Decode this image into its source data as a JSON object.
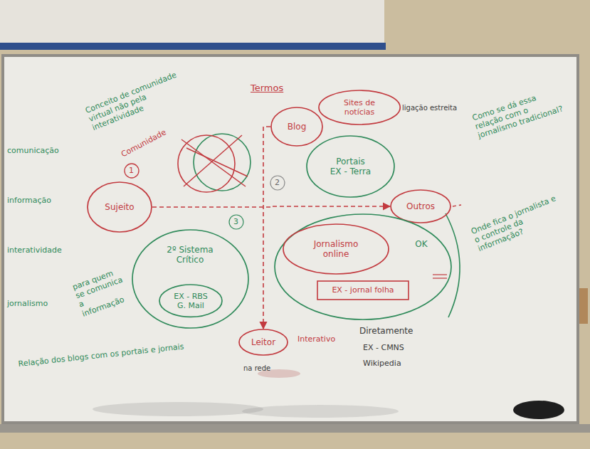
{
  "diagram": {
    "nodes": [
      {
        "text": [
          "Blog"
        ]
      },
      {
        "text": [
          "Sites de notícias"
        ]
      },
      {
        "text": [
          "Portais",
          "EX - Terra"
        ]
      },
      {
        "text": [
          "Outros"
        ]
      },
      {
        "text": [
          "Sujeito"
        ]
      },
      {
        "text": [
          "2º Sistema Crítico"
        ]
      },
      {
        "text": [
          "EX - RBS",
          "G. Mail"
        ],
        "in": 5
      },
      {
        "text": [
          "OK"
        ]
      },
      {
        "text": [
          "Jornalismo online"
        ],
        "in": 7
      },
      {
        "text": [
          "EX - jornal folha"
        ],
        "in": 7
      },
      {
        "text": [
          "Leitor"
        ]
      }
    ],
    "edges": [
      {
        "from": 0,
        "to": 10,
        "arrow": "to"
      },
      {
        "from": 4,
        "to": 3,
        "arrow": "to"
      }
    ],
    "labels": [
      "Termos",
      "1",
      "2",
      "3",
      "Comunidade",
      "Conceito de comunidade virtual não pela interatividade",
      "Como se dá essa relação com o jornalismo tradicional?",
      "Onde fica o jornalista e o controle da informação?",
      "comunicação",
      "informação",
      "interatividade",
      "jornalismo",
      "para quem se comunica a informação",
      "Relação dos blogs com os portais e jornais",
      "Interativo",
      "Diretamente",
      "EX - CMNS",
      "Wikipedia",
      "ligação estreita",
      "na rede"
    ]
  }
}
